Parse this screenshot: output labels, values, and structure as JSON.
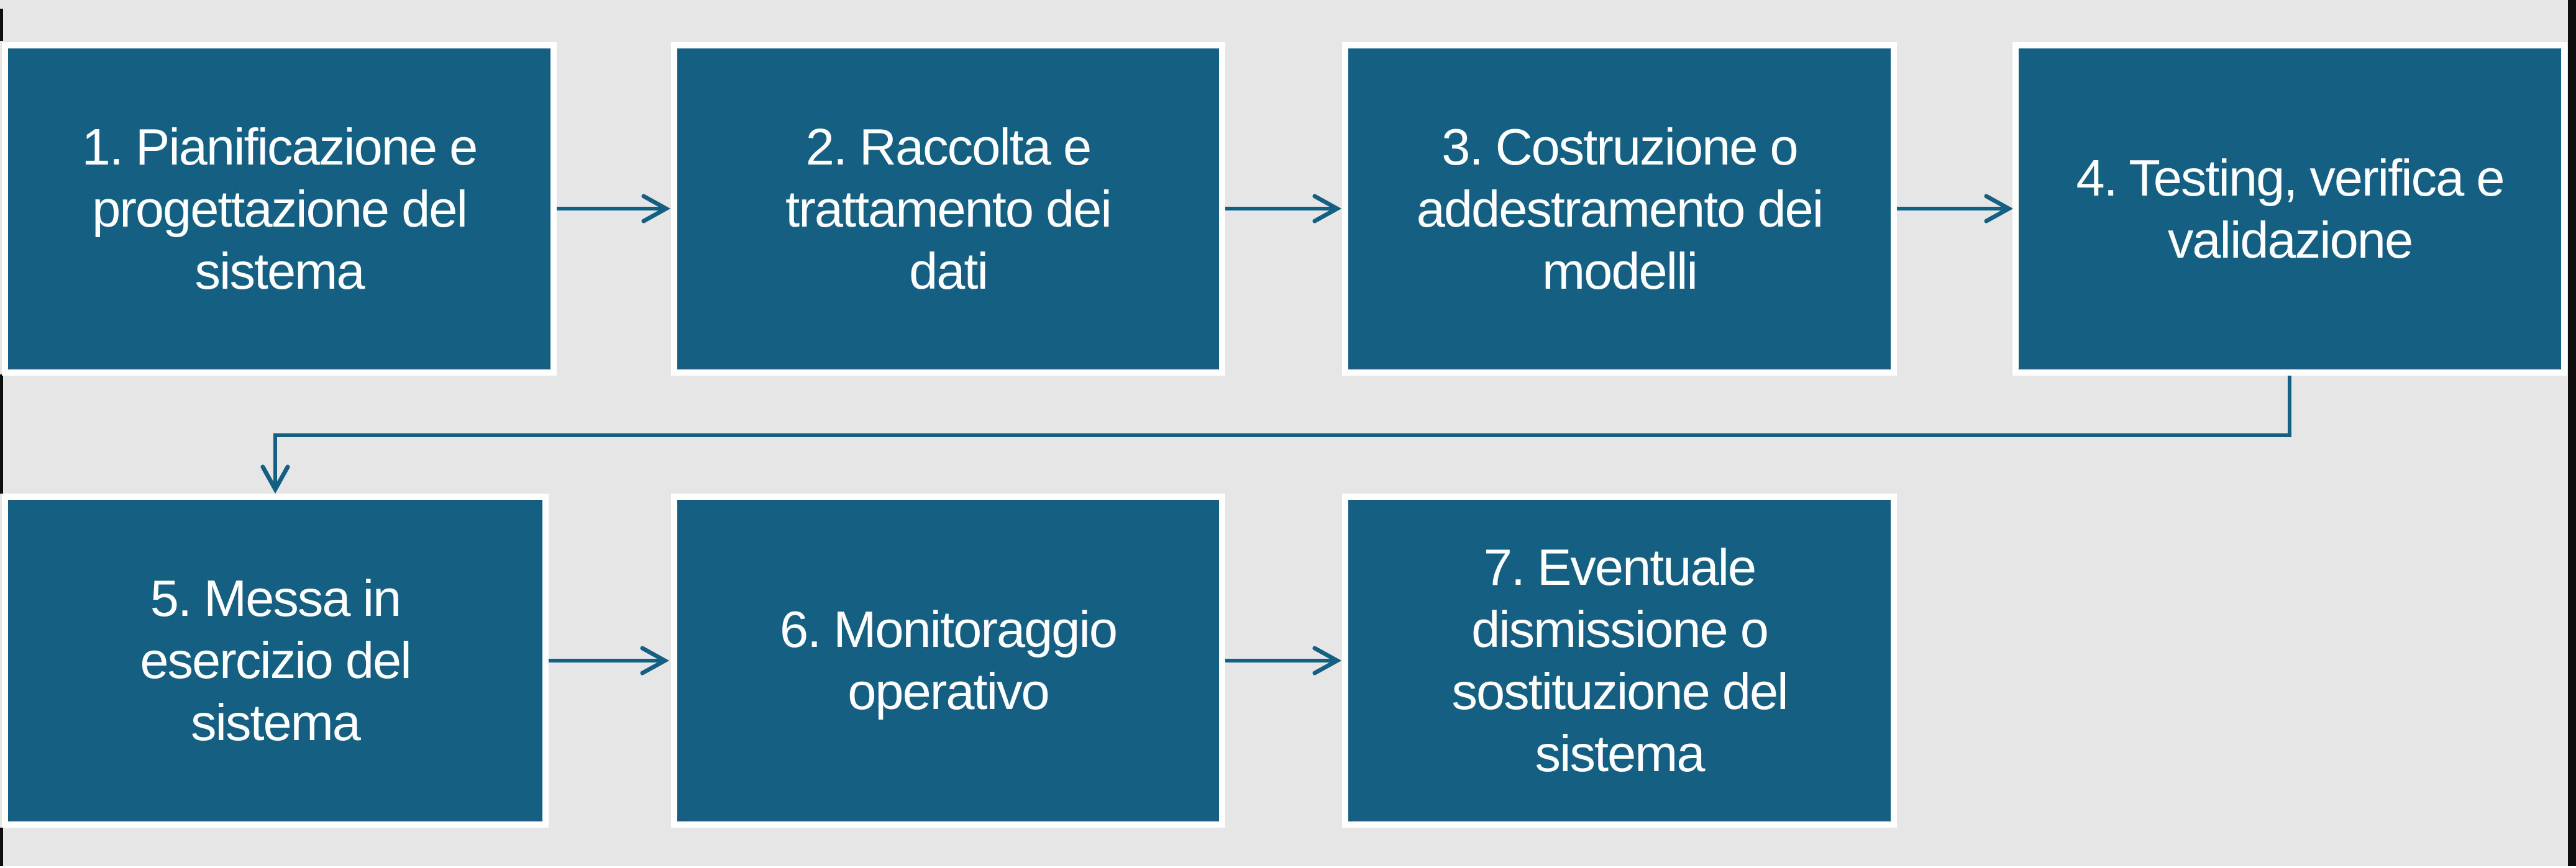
{
  "colors": {
    "accent": "#156082",
    "canvas_background": "#E7E6E6",
    "box_border": "#FFFFFF",
    "box_text": "#FFFFFF",
    "edge_artifact": "#0E0E0E"
  },
  "diagram": {
    "type": "flowchart",
    "language": "it",
    "boxes": [
      {
        "id": "1",
        "label": "1. Pianificazione e\nprogettazione del\nsistema"
      },
      {
        "id": "2",
        "label": "2. Raccolta e\ntrattamento dei\ndati"
      },
      {
        "id": "3",
        "label": "3. Costruzione o\naddestramento dei\nmodelli"
      },
      {
        "id": "4",
        "label": "4. Testing, verifica e\nvalidazione"
      },
      {
        "id": "5",
        "label": "5. Messa in\nesercizio del\nsistema"
      },
      {
        "id": "6",
        "label": "6. Monitoraggio\noperativo"
      },
      {
        "id": "7",
        "label": "7. Eventuale\ndismissione o\nsostituzione del\nsistema"
      }
    ],
    "connections": [
      {
        "from": "1",
        "to": "2",
        "style": "straight-arrow-right"
      },
      {
        "from": "2",
        "to": "3",
        "style": "straight-arrow-right"
      },
      {
        "from": "3",
        "to": "4",
        "style": "straight-arrow-right"
      },
      {
        "from": "4",
        "to": "5",
        "style": "elbow-arrow-down-left-down"
      },
      {
        "from": "5",
        "to": "6",
        "style": "straight-arrow-right"
      },
      {
        "from": "6",
        "to": "7",
        "style": "straight-arrow-right"
      }
    ]
  }
}
